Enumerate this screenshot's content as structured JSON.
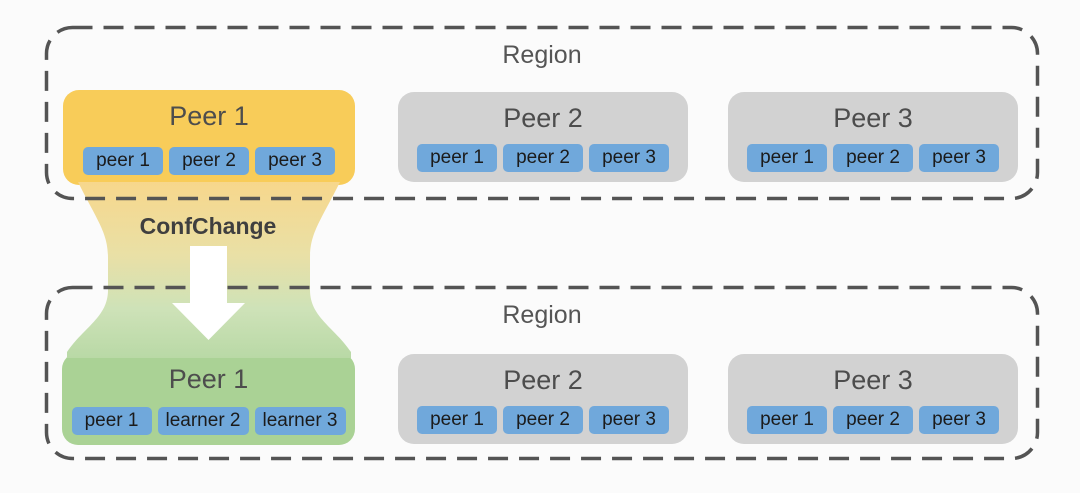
{
  "diagram": {
    "background": "#FBFBFB",
    "regions": [
      {
        "label": "Region",
        "peers": [
          {
            "title": "Peer 1",
            "role": "leader",
            "color": "#F8CC59",
            "replicas": [
              "peer 1",
              "peer 2",
              "peer 3"
            ]
          },
          {
            "title": "Peer 2",
            "role": "follower",
            "color": "#D2D2D2",
            "replicas": [
              "peer 1",
              "peer 2",
              "peer 3"
            ]
          },
          {
            "title": "Peer 3",
            "role": "follower",
            "color": "#D2D2D2",
            "replicas": [
              "peer 1",
              "peer 2",
              "peer 3"
            ]
          }
        ]
      },
      {
        "label": "Region",
        "peers": [
          {
            "title": "Peer 1",
            "role": "leader",
            "color": "#AAD295",
            "replicas": [
              "peer 1",
              "learner 2",
              "learner 3"
            ]
          },
          {
            "title": "Peer 2",
            "role": "follower",
            "color": "#D2D2D2",
            "replicas": [
              "peer 1",
              "peer 2",
              "peer 3"
            ]
          },
          {
            "title": "Peer 3",
            "role": "follower",
            "color": "#D2D2D2",
            "replicas": [
              "peer 1",
              "peer 2",
              "peer 3"
            ]
          }
        ]
      }
    ],
    "transition": {
      "label": "ConfChange"
    },
    "colors": {
      "replica_chip": "#70A8DB",
      "dashed_border": "#545454",
      "funnel_top": "#F7D78C",
      "funnel_mid": "#E9E0A6",
      "funnel_low": "#CEE2B8",
      "funnel_bottom": "#B9D9A6",
      "arrow": "#FFFFFF",
      "title_text": "#4D4D4D",
      "chip_text": "#1B1B1B",
      "region_label_text": "#555555",
      "confchange_text": "#3F3F3F"
    }
  }
}
